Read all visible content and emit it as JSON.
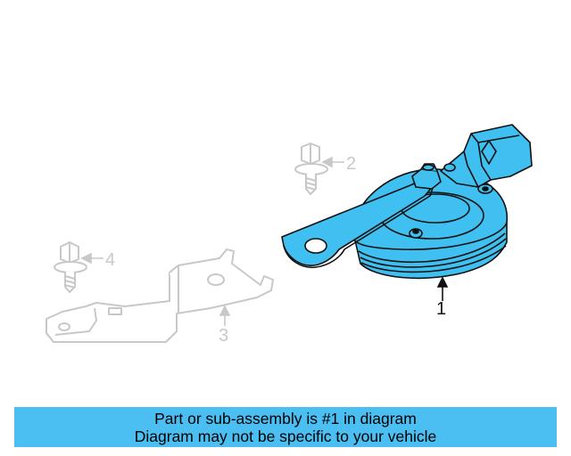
{
  "diagram": {
    "callouts": [
      {
        "number": "1",
        "part": "horn"
      },
      {
        "number": "2",
        "part": "bolt"
      },
      {
        "number": "3",
        "part": "bracket"
      },
      {
        "number": "4",
        "part": "bolt"
      }
    ]
  },
  "banner": {
    "line1": "Part or sub-assembly is #1 in diagram",
    "line2": "Diagram may not be specific to your vehicle"
  },
  "colors": {
    "highlight_part": "#3fc0f0",
    "outline": "#111111",
    "faded_part": "#c8c8c8",
    "banner_background": "#4cbff2"
  },
  "icons": [
    "horn-part",
    "bolt-part",
    "bracket-part",
    "arrow"
  ]
}
